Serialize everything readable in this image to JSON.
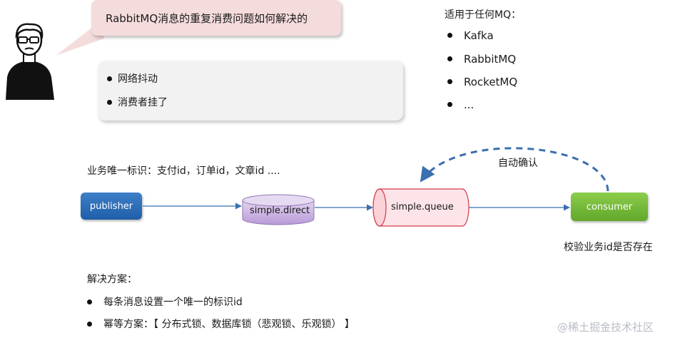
{
  "question": "RabbitMQ消息的重复消费问题如何解决的",
  "causes": [
    "网络抖动",
    "消费者挂了"
  ],
  "mq_list": {
    "title": "适用于任何MQ：",
    "items": [
      "Kafka",
      "RabbitMQ",
      "RocketMQ",
      "..."
    ]
  },
  "flow": {
    "business_id_note": "业务唯一标识：支付id，订单id，文章id ....",
    "publisher": "publisher",
    "exchange": "simple.direct",
    "queue": "simple.queue",
    "consumer": "consumer",
    "auto_ack": "自动确认",
    "verify_note": "校验业务id是否存在"
  },
  "solutions": {
    "title": "解决方案：",
    "items": [
      "每条消息设置一个唯一的标识id",
      "幂等方案：【 分布式锁、数据库锁（悲观锁、乐观锁） 】"
    ]
  },
  "watermark": "@稀土掘金技术社区",
  "colors": {
    "publisher": "#2a6bb7",
    "consumer": "#76bb3a",
    "exchange": "#d3bfe6",
    "queue": "#fbe0e4",
    "arrow": "#3a6fb0",
    "bubble": "#f5dcdc"
  }
}
